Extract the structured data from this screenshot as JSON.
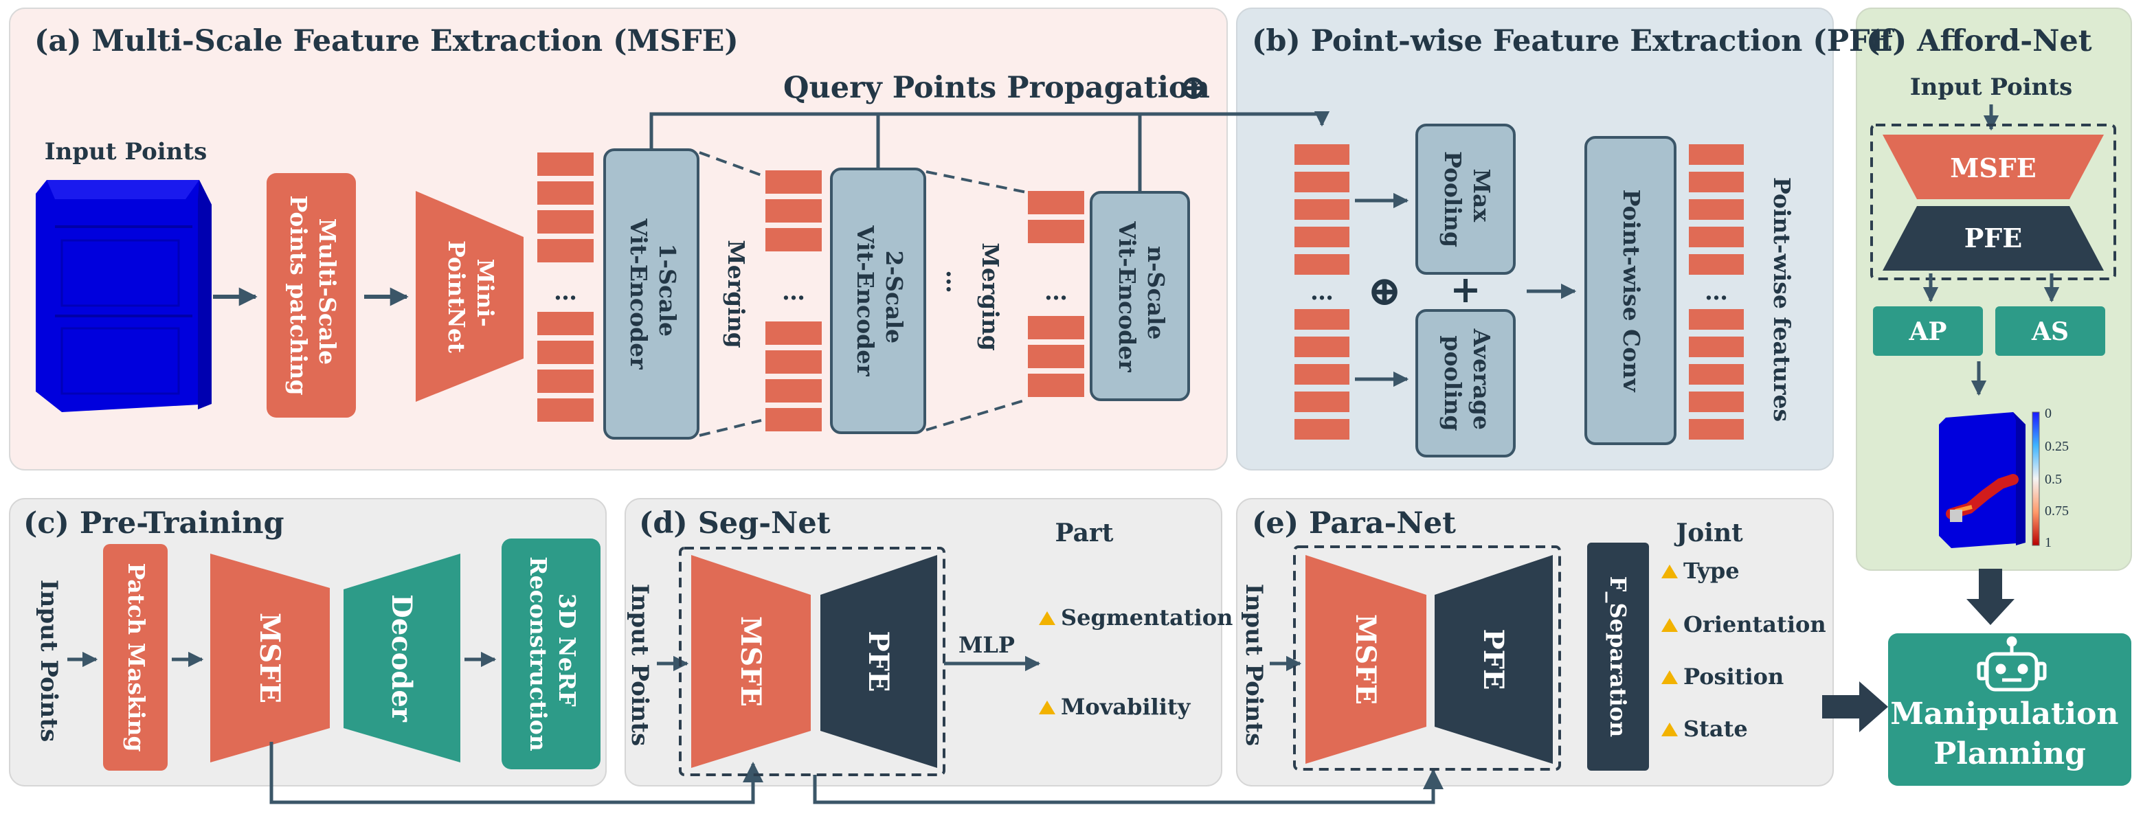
{
  "colors": {
    "orange": "#E06B55",
    "dark": "#2C3E4E",
    "teal": "#2D9B88",
    "bluegray": "#A9C1CE",
    "panel_msfe": "#FCEEEC",
    "panel_pfe": "#DDE6EC",
    "panel_afford": "#DDEBD2",
    "panel_gray": "#EDEDED",
    "arrow": "#3B5668",
    "warn": "#F2B200"
  },
  "panels": {
    "msfe": {
      "title": "(a) Multi-Scale Feature Extraction (MSFE)",
      "input_points": "Input Points",
      "patching": [
        "Multi-Scale",
        "Points patching"
      ],
      "mini_pointnet": [
        "Mini-",
        "PointNet"
      ],
      "encoder1": [
        "1-Scale",
        "Vit-Encoder"
      ],
      "encoder2": [
        "2-Scale",
        "Vit-Encoder"
      ],
      "encoder3": [
        "n-Scale",
        "Vit-Encoder"
      ],
      "merging": "Merging",
      "ellipsis": "…",
      "query": "Query Points Propagation",
      "oplus": "⊕"
    },
    "pfe": {
      "title": "(b) Point-wise Feature Extraction (PFE)",
      "max_pool": [
        "Max",
        "Pooling"
      ],
      "avg_pool": [
        "Average",
        "pooling"
      ],
      "plus": "+",
      "oplus": "⊕",
      "conv": "Point-wise Conv",
      "features": "Point-wise features",
      "ellipsis": "…"
    },
    "afford": {
      "title": "(f) Afford-Net",
      "input_points": "Input Points",
      "msfe": "MSFE",
      "pfe": "PFE",
      "ap": "AP",
      "as": "AS",
      "colorbar_ticks": [
        "0",
        "0.25",
        "0.5",
        "0.75",
        "1"
      ]
    },
    "pretrain": {
      "title": "(c) Pre-Training",
      "input_points": "Input Points",
      "masking": "Patch Masking",
      "msfe": "MSFE",
      "decoder": "Decoder",
      "recon": [
        "3D NeRF",
        "Reconstruction"
      ]
    },
    "segnet": {
      "title": "(d) Seg-Net",
      "input_points": "Input Points",
      "msfe": "MSFE",
      "pfe": "PFE",
      "mlp": "MLP",
      "part": "Part",
      "outputs": [
        "Segmentation",
        "Movability"
      ]
    },
    "paranet": {
      "title": "(e) Para-Net",
      "input_points": "Input Points",
      "msfe": "MSFE",
      "pfe": "PFE",
      "separation": "F_Separation",
      "joint": "Joint",
      "outputs": [
        "Type",
        "Orientation",
        "Position",
        "State"
      ]
    },
    "manipulation": [
      "Manipulation",
      "Planning"
    ]
  }
}
